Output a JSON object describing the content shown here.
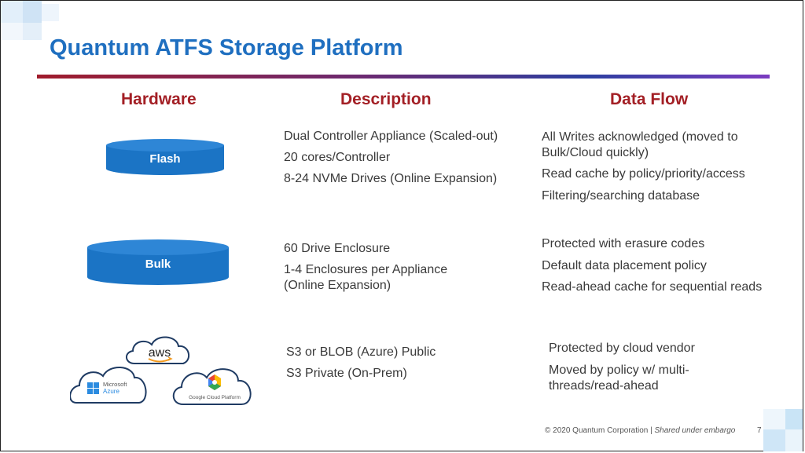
{
  "slide": {
    "title": "Quantum ATFS Storage Platform",
    "colors": {
      "title": "#1f6fc0",
      "headers": "#a31f25",
      "cylinder": "#1b74c5",
      "accent_squares": "#cfe6f7"
    }
  },
  "columns": {
    "hardware": "Hardware",
    "description": "Description",
    "data_flow": "Data Flow"
  },
  "rows": [
    {
      "hardware_label": "Flash",
      "description": [
        "Dual Controller Appliance (Scaled-out)",
        "20 cores/Controller",
        "8-24 NVMe Drives (Online Expansion)"
      ],
      "data_flow": [
        "All Writes acknowledged (moved to",
        "Bulk/Cloud quickly)",
        "Read cache by policy/priority/access",
        "Filtering/searching database"
      ]
    },
    {
      "hardware_label": "Bulk",
      "description": [
        "60 Drive Enclosure",
        "1-4 Enclosures per Appliance",
        "(Online Expansion)"
      ],
      "data_flow": [
        "Protected with erasure codes",
        "Default data placement policy",
        "Read-ahead cache for sequential reads"
      ]
    },
    {
      "clouds": {
        "aws": "aws",
        "azure_line1": "Microsoft",
        "azure_line2": "Azure",
        "google": "Google Cloud Platform",
        "icons": [
          "aws-icon",
          "windows-icon",
          "google-cloud-icon"
        ]
      },
      "description": [
        "S3 or BLOB (Azure) Public",
        "S3 Private (On-Prem)"
      ],
      "data_flow": [
        "Protected by cloud vendor",
        "Moved by policy w/ multi-",
        "threads/read-ahead"
      ]
    }
  ],
  "footer": {
    "copyright": "© 2020 Quantum Corporation",
    "separator": "|",
    "embargo": "Shared under embargo",
    "page_number": "7"
  }
}
